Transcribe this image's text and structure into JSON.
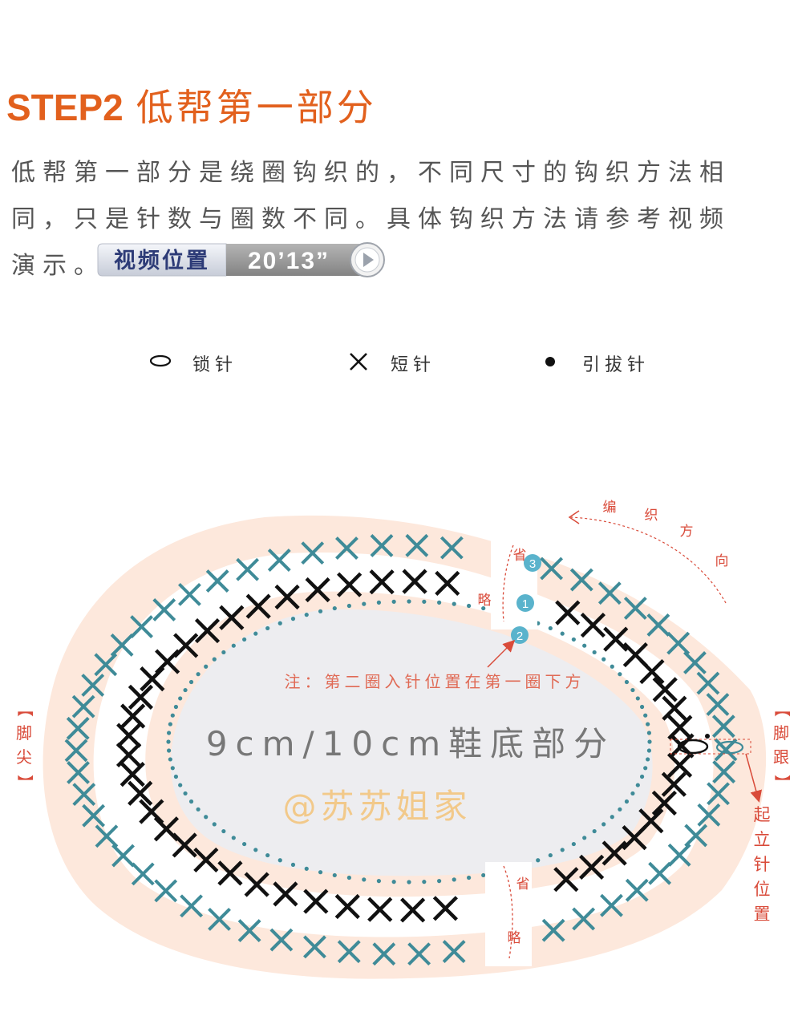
{
  "header": {
    "step": "STEP2",
    "title": "低帮第一部分"
  },
  "description": {
    "line1": "低帮第一部分是绕圈钩织的，不同尺寸的钩织方法相",
    "line2": "同，只是针数与圈数不同。具体钩织方法请参考视频",
    "line3": "演示。"
  },
  "video_badge": {
    "label": "视频位置",
    "time": "20’13”",
    "colors": {
      "label_bg": "#dfe3ec",
      "label_text": "#2d3b77",
      "time_bg": "#9a9a9a",
      "time_text": "#ffffff"
    }
  },
  "legend": [
    {
      "icon": "chain-stitch-icon",
      "label": "锁针"
    },
    {
      "icon": "single-crochet-icon",
      "label": "短针"
    },
    {
      "icon": "slip-stitch-icon",
      "label": "引拔针"
    }
  ],
  "diagram": {
    "direction_chars": [
      "编",
      "织",
      "方",
      "向"
    ],
    "toe_label": [
      "【",
      "脚",
      "尖",
      "】"
    ],
    "heel_label": [
      "【",
      "脚",
      "跟",
      "】"
    ],
    "start_label": [
      "起",
      "立",
      "针",
      "位",
      "置"
    ],
    "omit_top": [
      "省",
      "略"
    ],
    "omit_bottom": [
      "省",
      "略"
    ],
    "round_markers": [
      "1",
      "2",
      "3"
    ],
    "note": "注：第二圈入针位置在第一圈下方",
    "center_label": "9cm/10cm鞋底部分",
    "watermark": "@苏苏姐家",
    "colors": {
      "outer_band": "#fde8dc",
      "inner_sole": "#ededf0",
      "teal": "#3f8b98",
      "black": "#111111",
      "red": "#d94b3a",
      "marker": "#5ab3cc",
      "watermark": "#f2c98a"
    }
  }
}
